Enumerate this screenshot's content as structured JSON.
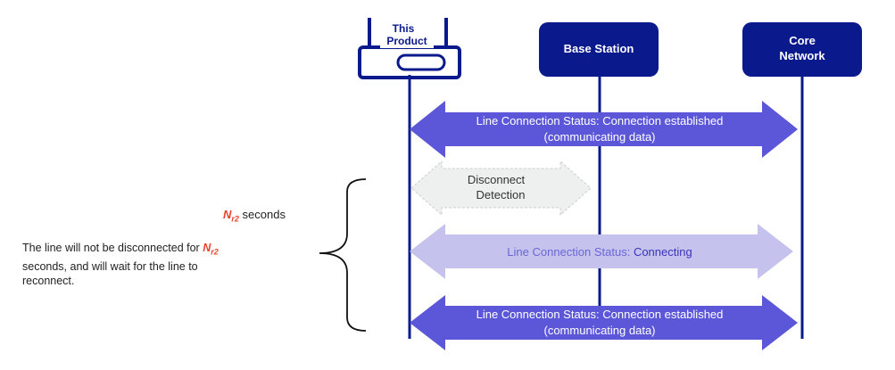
{
  "nodes": {
    "product": {
      "label_line1": "This",
      "label_line2": "Product"
    },
    "base_station": {
      "label": "Base Station"
    },
    "core_network": {
      "label_line1": "Core",
      "label_line2": "Network"
    }
  },
  "arrows": {
    "established_top": {
      "line1": "Line Connection Status: Connection established",
      "line2": "(communicating data)"
    },
    "disconnect": {
      "line1": "Disconnect",
      "line2": "Detection"
    },
    "connecting": {
      "prefix": "Line Connection Status: ",
      "status": "Connecting"
    },
    "established_bottom": {
      "line1": "Line Connection Status: Connection established",
      "line2": "(communicating data)"
    }
  },
  "notes": {
    "nr2_symbol": "N",
    "nr2_subscript": "r2",
    "seconds_label": "seconds",
    "wait_text_part1": "The line will not be disconnected for",
    "wait_text_part2": "seconds, and will wait for the line to",
    "wait_text_part3": "reconnect."
  },
  "colors": {
    "navy": "#0a1a8c",
    "arrow_dark": "#5c57d9",
    "arrow_light": "#c5c3ee",
    "arrow_gray": "#edf0ef",
    "nr_red": "#e8432a"
  }
}
